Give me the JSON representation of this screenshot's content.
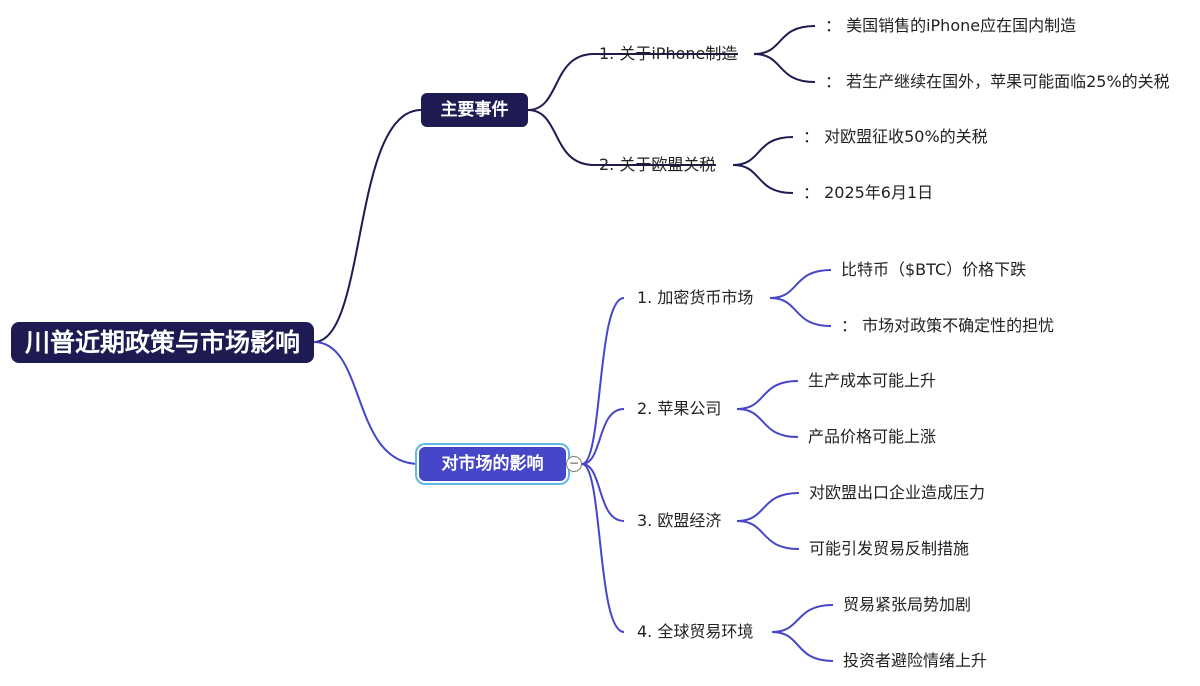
{
  "root": {
    "label": "川普近期政策与市场影响"
  },
  "branches": [
    {
      "label": "主要事件",
      "children": [
        {
          "label": "1. 关于iPhone制造",
          "children": [
            "： 美国销售的iPhone应在国内制造",
            "： 若生产继续在国外，苹果可能面临25%的关税"
          ]
        },
        {
          "label": "2. 关于欧盟关税",
          "children": [
            "： 对欧盟征收50%的关税",
            "： 2025年6月1日"
          ]
        }
      ]
    },
    {
      "label": "对市场的影响",
      "children": [
        {
          "label": "1. 加密货币市场",
          "children": [
            "比特币（$BTC）价格下跌",
            "： 市场对政策不确定性的担忧"
          ]
        },
        {
          "label": "2. 苹果公司",
          "children": [
            "生产成本可能上升",
            "产品价格可能上涨"
          ]
        },
        {
          "label": "3. 欧盟经济",
          "children": [
            "对欧盟出口企业造成压力",
            "可能引发贸易反制措施"
          ]
        },
        {
          "label": "4. 全球贸易环境",
          "children": [
            "贸易紧张局势加剧",
            "投资者避险情绪上升"
          ]
        }
      ]
    }
  ],
  "colors": {
    "dark": "#1e1b52",
    "accent": "#4646c8",
    "highlight": "#61b7e6"
  },
  "icons": {
    "collapse": "minus-icon"
  }
}
